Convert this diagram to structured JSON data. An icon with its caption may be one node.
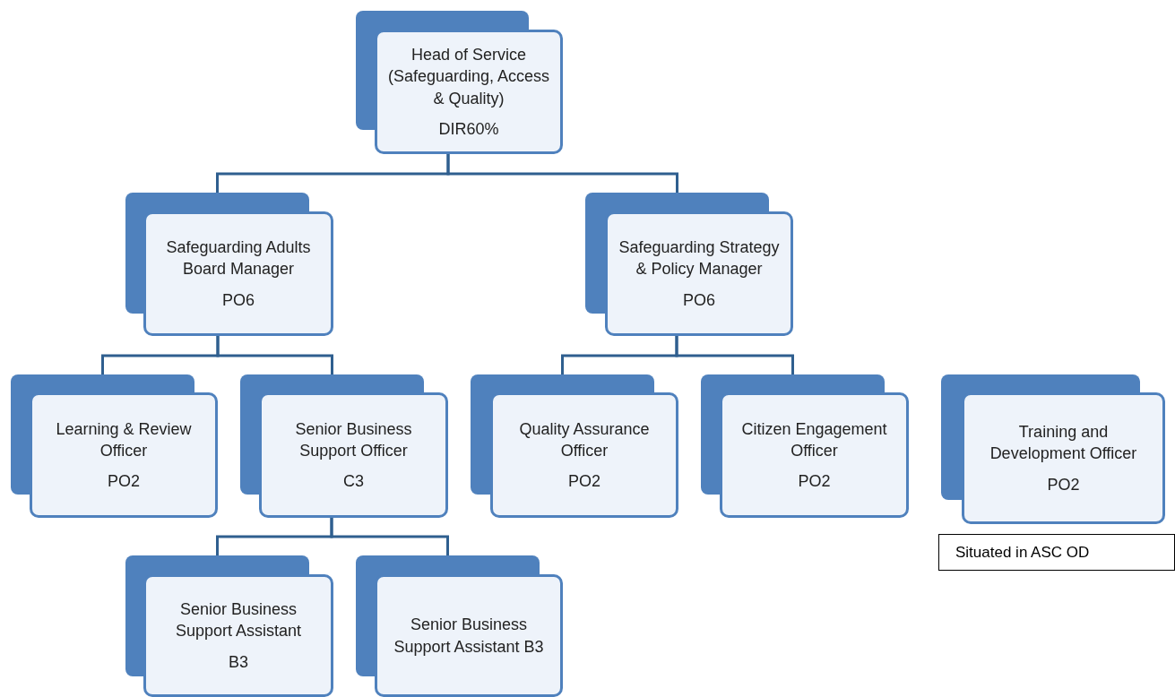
{
  "diagram": {
    "nodes": [
      {
        "text": [
          "Head of Service (Safeguarding, Access & Quality)",
          "DIR60%"
        ]
      },
      {
        "text": [
          "Safeguarding Adults Board Manager",
          "PO6"
        ]
      },
      {
        "text": [
          "Safeguarding Strategy & Policy Manager",
          "PO6"
        ]
      },
      {
        "text": [
          "Learning & Review Officer",
          "PO2"
        ]
      },
      {
        "text": [
          "Senior Business Support Officer",
          "C3"
        ]
      },
      {
        "text": [
          "Quality Assurance Officer",
          "PO2"
        ]
      },
      {
        "text": [
          "Citizen Engagement Officer",
          "PO2"
        ]
      },
      {
        "text": [
          "Training and Development Officer",
          "PO2"
        ]
      },
      {
        "text": [
          "Situated in ASC OD"
        ]
      },
      {
        "text": [
          "Senior Business Support Assistant",
          "B3"
        ]
      },
      {
        "text": [
          "Senior Business Support Assistant B3"
        ]
      }
    ],
    "edges": [
      {
        "from": 0,
        "to": 1,
        "arrow": "none"
      },
      {
        "from": 0,
        "to": 2,
        "arrow": "none"
      },
      {
        "from": 1,
        "to": 3,
        "arrow": "none"
      },
      {
        "from": 1,
        "to": 4,
        "arrow": "none"
      },
      {
        "from": 2,
        "to": 5,
        "arrow": "none"
      },
      {
        "from": 2,
        "to": 6,
        "arrow": "none"
      },
      {
        "from": 4,
        "to": 9,
        "arrow": "none"
      },
      {
        "from": 4,
        "to": 10,
        "arrow": "none"
      }
    ]
  }
}
